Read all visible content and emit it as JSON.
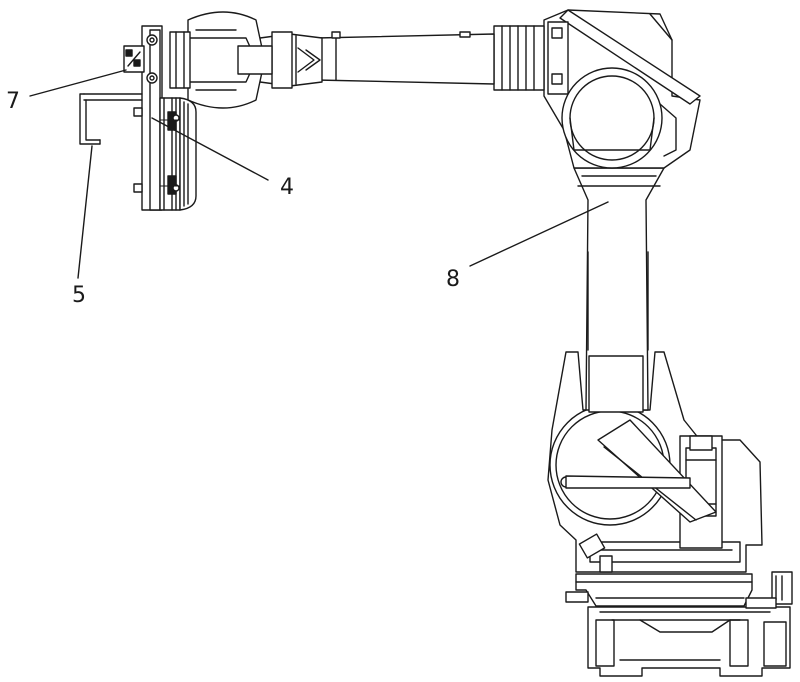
{
  "figure": {
    "labels": {
      "l7": "7",
      "l4": "4",
      "l5": "5",
      "l8": "8"
    },
    "line_color": "#1a1a1a",
    "background": "#ffffff"
  }
}
